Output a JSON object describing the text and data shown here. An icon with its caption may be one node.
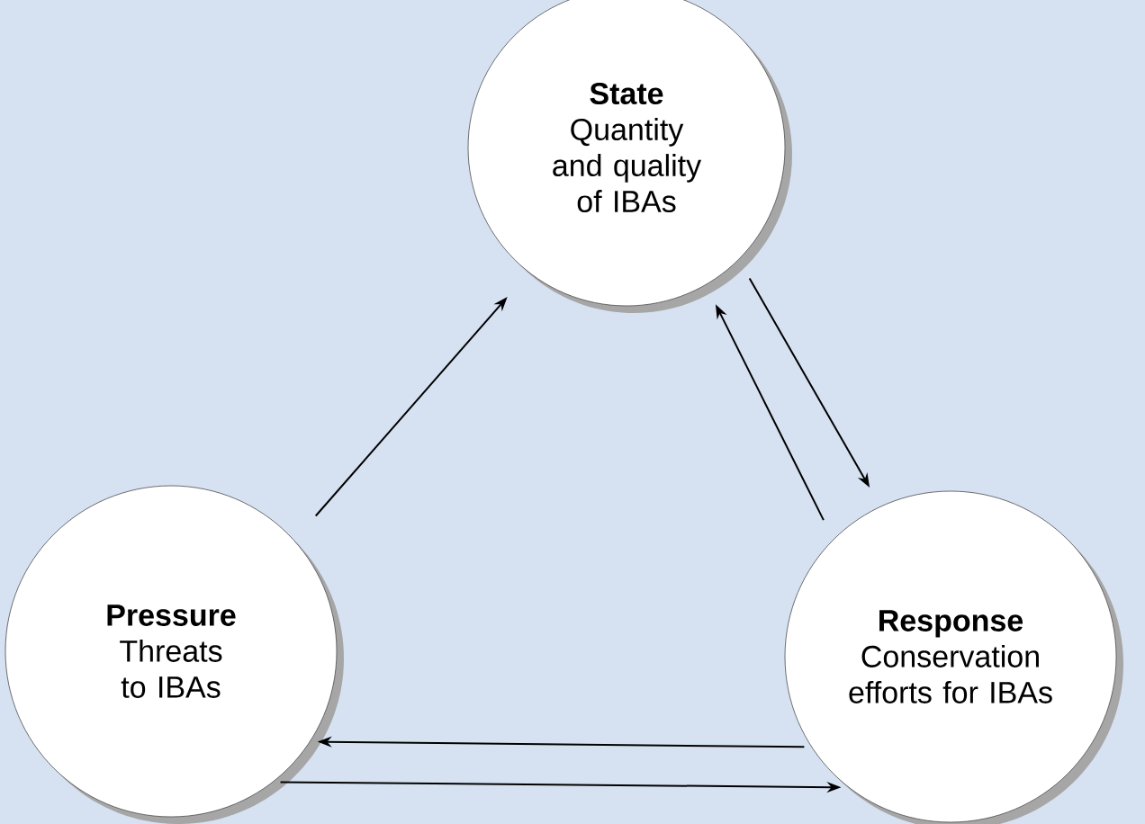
{
  "diagram": {
    "nodes": [
      {
        "text": [
          "State",
          "Quantity and quality of IBAs"
        ]
      },
      {
        "text": [
          "Pressure",
          "Threats to IBAs"
        ]
      },
      {
        "text": [
          "Response",
          "Conservation efforts for IBAs"
        ]
      }
    ],
    "edges": [
      {
        "from": 1,
        "to": 0,
        "arrow": "to"
      },
      {
        "from": 0,
        "to": 2,
        "arrow": "to"
      },
      {
        "from": 2,
        "to": 0,
        "arrow": "to"
      },
      {
        "from": 2,
        "to": 1,
        "arrow": "to"
      },
      {
        "from": 1,
        "to": 2,
        "arrow": "to"
      }
    ]
  }
}
